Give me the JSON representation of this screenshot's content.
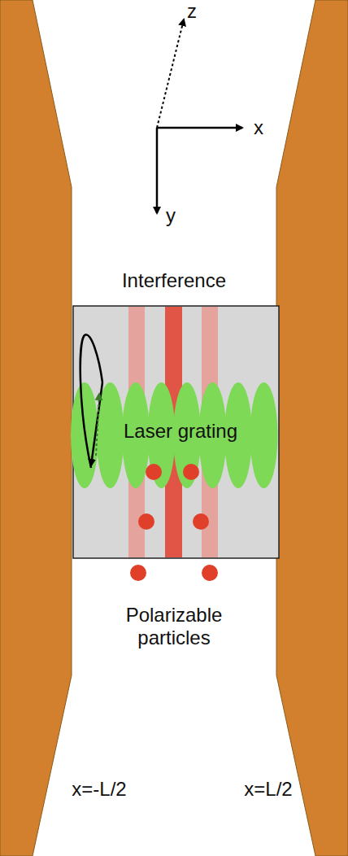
{
  "diagram": {
    "nodes": [
      {
        "text": [
          "Interference"
        ]
      },
      {
        "text": [
          "Laser grating"
        ]
      }
    ],
    "labels": [
      "z",
      "x",
      "y",
      "Polarizable particles",
      "x=-L/2",
      "x=L/2"
    ]
  }
}
